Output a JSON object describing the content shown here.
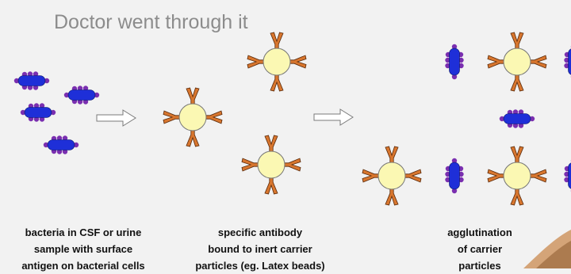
{
  "slide": {
    "title": "Doctor went through it"
  },
  "captions": {
    "bacteria": {
      "line1": "bacteria in CSF or urine",
      "line2": "sample with surface",
      "line3": "antigen on bacterial cells"
    },
    "antibody": {
      "line1": "specific antibody",
      "line2": "bound to inert carrier",
      "line3": "particles (eg. Latex beads)"
    },
    "agglutination": {
      "line1": "agglutination",
      "line2": "of carrier",
      "line3": "particles"
    }
  },
  "colors": {
    "bacterium": "#1e2fd8",
    "antigen": "#7a2fb0",
    "antibody": "#d8762e",
    "bead": "#fbf8b3",
    "arrow": "#7a7a7a"
  }
}
